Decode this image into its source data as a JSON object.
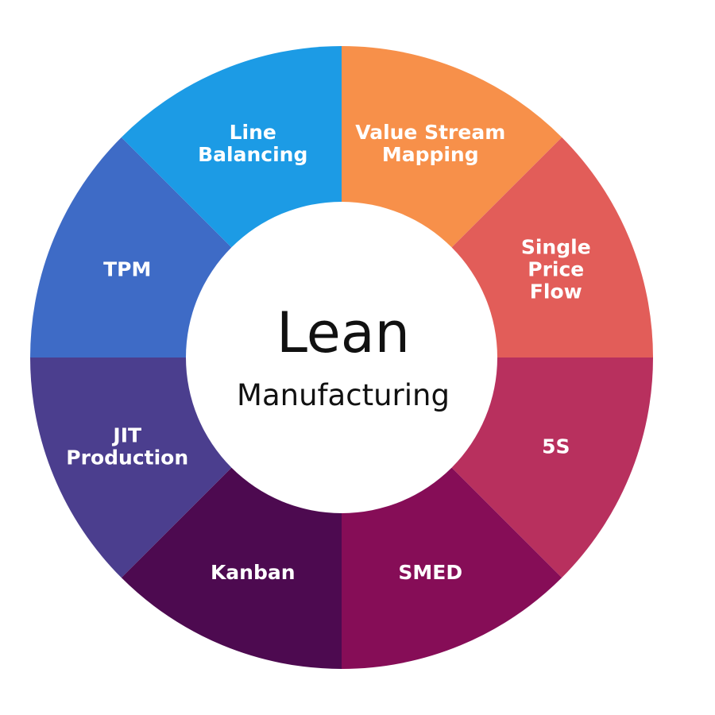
{
  "diagram": {
    "center": {
      "title": "Lean",
      "subtitle": "Manufacturing",
      "color": "#ffffff"
    },
    "segments": [
      {
        "lines": [
          "Value Stream",
          "Mapping"
        ],
        "color": "#F7904A"
      },
      {
        "lines": [
          "Single",
          "Price",
          "Flow"
        ],
        "color": "#E25D59"
      },
      {
        "lines": [
          "5S"
        ],
        "color": "#B8305E"
      },
      {
        "lines": [
          "SMED"
        ],
        "color": "#860D57"
      },
      {
        "lines": [
          "Kanban"
        ],
        "color": "#4D0A50"
      },
      {
        "lines": [
          "JIT",
          "Production"
        ],
        "color": "#4B3E8E"
      },
      {
        "lines": [
          "TPM"
        ],
        "color": "#3E6BC6"
      },
      {
        "lines": [
          "Line",
          "Balancing"
        ],
        "color": "#1C9BE5"
      }
    ]
  }
}
